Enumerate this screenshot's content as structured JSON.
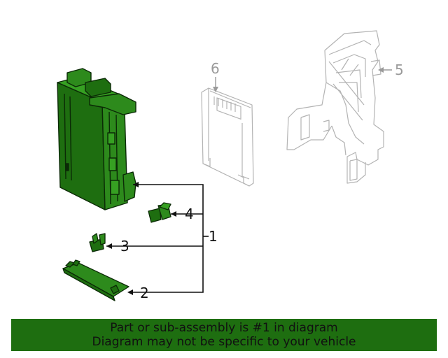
{
  "callouts": {
    "c1": "1",
    "c2": "2",
    "c3": "3",
    "c4": "4",
    "c5": "5",
    "c6": "6"
  },
  "banner": {
    "line1": "Part or sub-assembly is #1 in diagram",
    "line2": "Diagram may not be specific to your vehicle"
  },
  "colors": {
    "highlight": "#1e6e10",
    "outline_dark": "#0b2a06",
    "outline_gray": "#b3b3b3",
    "callout_gray": "#9a9a9a"
  }
}
